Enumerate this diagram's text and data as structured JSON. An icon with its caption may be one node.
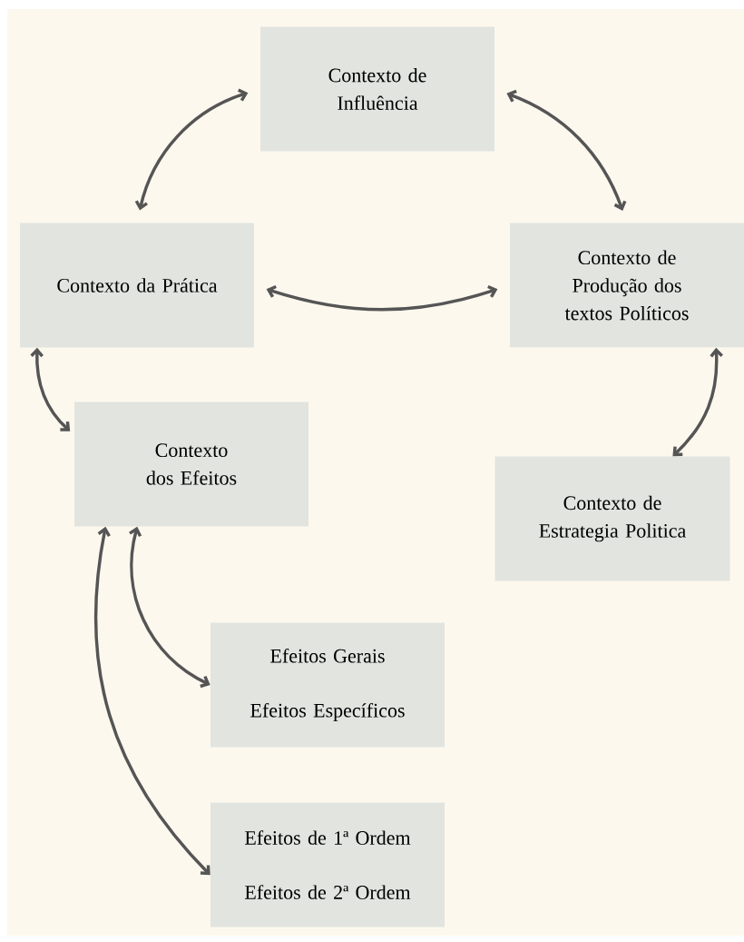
{
  "diagram": {
    "nodes": [
      {
        "text": [
          "Contexto de Influência"
        ]
      },
      {
        "text": [
          "Contexto da Prática"
        ]
      },
      {
        "text": [
          "Contexto de Produção dos textos Políticos"
        ]
      },
      {
        "text": [
          "Contexto dos Efeitos"
        ]
      },
      {
        "text": [
          "Contexto de Estrategia Politica"
        ]
      },
      {
        "text": [
          "Efeitos Gerais",
          "Efeitos Específicos"
        ]
      },
      {
        "text": [
          "Efeitos de 1ª Ordem",
          "Efeitos de 2ª Ordem"
        ]
      }
    ],
    "edges": [
      {
        "from": 1,
        "to": 0,
        "arrow": "both"
      },
      {
        "from": 0,
        "to": 2,
        "arrow": "both"
      },
      {
        "from": 1,
        "to": 2,
        "arrow": "both"
      },
      {
        "from": 1,
        "to": 3,
        "arrow": "both"
      },
      {
        "from": 2,
        "to": 4,
        "arrow": "both"
      },
      {
        "from": 3,
        "to": 5,
        "arrow": "both"
      },
      {
        "from": 3,
        "to": 6,
        "arrow": "both"
      }
    ]
  }
}
